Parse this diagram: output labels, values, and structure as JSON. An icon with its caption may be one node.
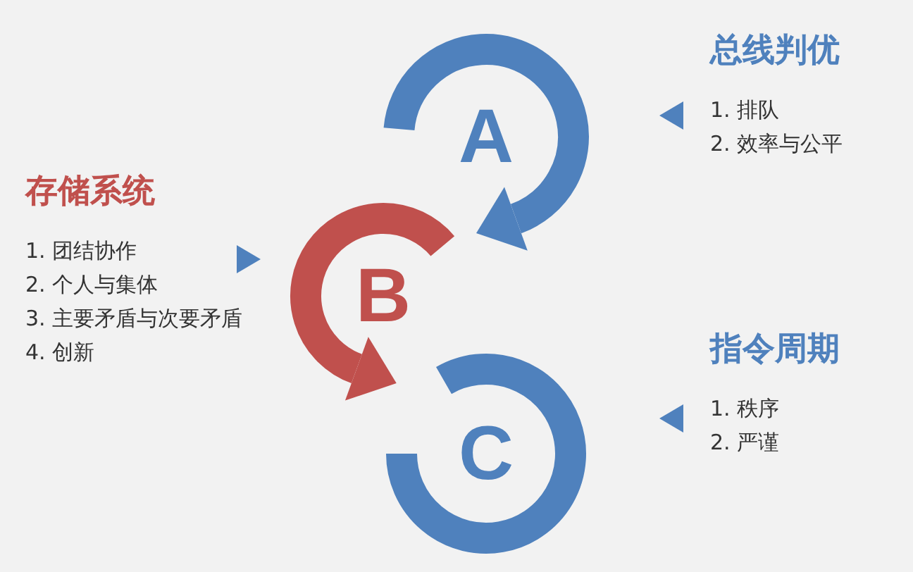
{
  "diagram": {
    "nodes": [
      {
        "text": [
          "总线判优",
          "1. 排队",
          "2. 效率与公平"
        ]
      },
      {
        "text": [
          "A"
        ]
      },
      {
        "text": [
          "存储系统",
          "1. 团结协作",
          "2. 个人与集体",
          "3. 主要矛盾与次要矛盾",
          "4. 创新"
        ]
      },
      {
        "text": [
          "B"
        ]
      },
      {
        "text": [
          "指令周期",
          "1. 秩序",
          "2. 严谨"
        ]
      },
      {
        "text": [
          "C"
        ]
      }
    ]
  }
}
